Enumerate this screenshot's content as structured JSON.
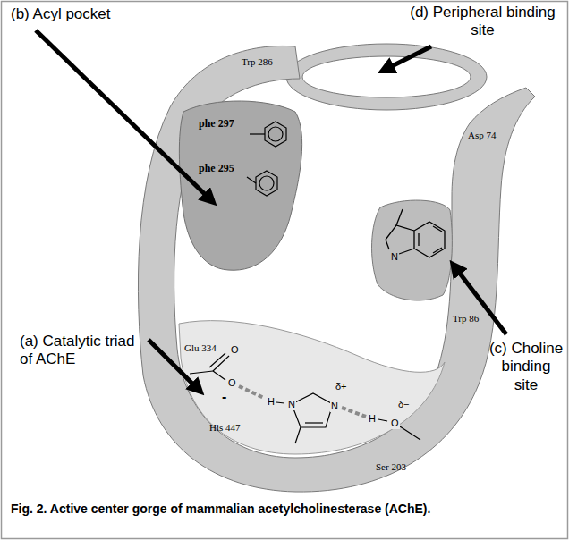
{
  "diagram": {
    "caption": "Fig. 2. Active center gorge of mammalian acetylcholinesterase (AChE).",
    "labels": [
      "(b) Acyl pocket",
      "(d) Peripheral binding site",
      "Trp 286",
      "phe 297",
      "phe 295",
      "Asp 74",
      "Glu 334",
      "O",
      "O",
      "-",
      "H",
      "N",
      "δ+",
      "N",
      "H",
      "O",
      "δ−",
      "N",
      "Trp 86",
      "(c) Choline binding site",
      "(a) Catalytic triad of AChE",
      "His 447",
      "Ser 203"
    ]
  }
}
